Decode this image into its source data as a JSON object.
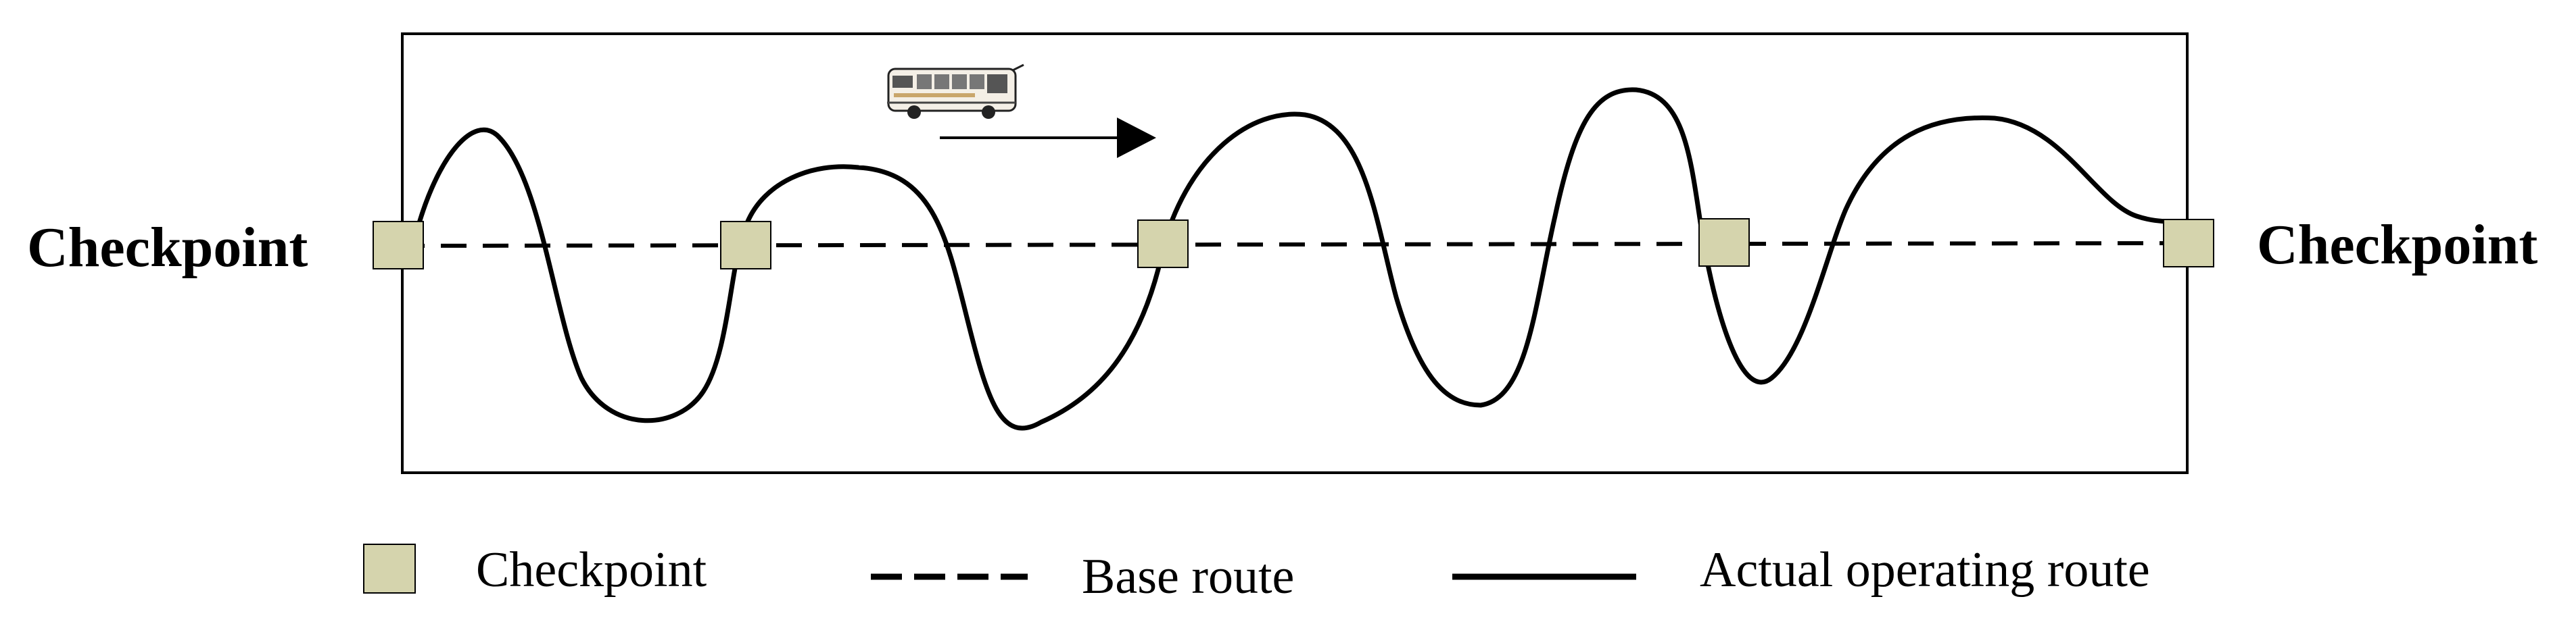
{
  "labels": {
    "left_checkpoint": "Checkpoint",
    "right_checkpoint": "Checkpoint"
  },
  "legend": {
    "checkpoint": "Checkpoint",
    "base_route": "Base route",
    "actual_route": "Actual operating route"
  },
  "icons": {
    "vehicle": "bus-icon",
    "direction": "arrow-right-icon",
    "checkpoint_marker": "checkpoint-square-icon"
  },
  "colors": {
    "checkpoint_fill": "#d5d4ad",
    "line": "#000000",
    "background": "#ffffff"
  }
}
